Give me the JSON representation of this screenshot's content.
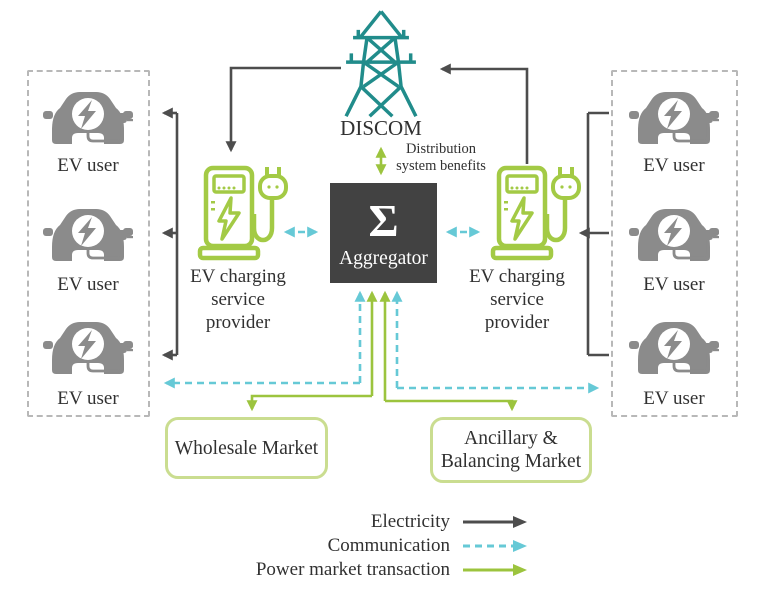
{
  "nodes": {
    "discom": {
      "label": "DISCOM"
    },
    "distribution_note": {
      "line1": "Distribution",
      "line2": "system benefits"
    },
    "aggregator": {
      "symbol": "Σ",
      "label": "Aggregator"
    },
    "provider_left": {
      "line1": "EV charging",
      "line2": "service",
      "line3": "provider"
    },
    "provider_right": {
      "line1": "EV charging",
      "line2": "service",
      "line3": "provider"
    },
    "ev_users_left": {
      "labels": [
        "EV user",
        "EV user",
        "EV user"
      ]
    },
    "ev_users_right": {
      "labels": [
        "EV user",
        "EV user",
        "EV user"
      ]
    },
    "wholesale_market": {
      "label": "Wholesale Market"
    },
    "ancillary_market": {
      "line1": "Ancillary &",
      "line2": "Balancing Market"
    }
  },
  "legend": {
    "items": [
      {
        "label": "Electricity",
        "style": "solid-dark-arrow"
      },
      {
        "label": "Communication",
        "style": "dashed-cyan-arrow"
      },
      {
        "label": "Power market transaction",
        "style": "solid-green-arrow"
      }
    ]
  },
  "colors": {
    "electricity": "#4d4d4d",
    "communication": "#66c9d6",
    "power_market": "#9cc43e",
    "provider_green": "#a3ca45",
    "market_border": "#cadd90",
    "discom_teal": "#218c8b",
    "car_gray": "#8b8b8b",
    "aggregator_bg": "#424242",
    "dashed_box_border": "#b8b8b8",
    "text": "#313131"
  }
}
